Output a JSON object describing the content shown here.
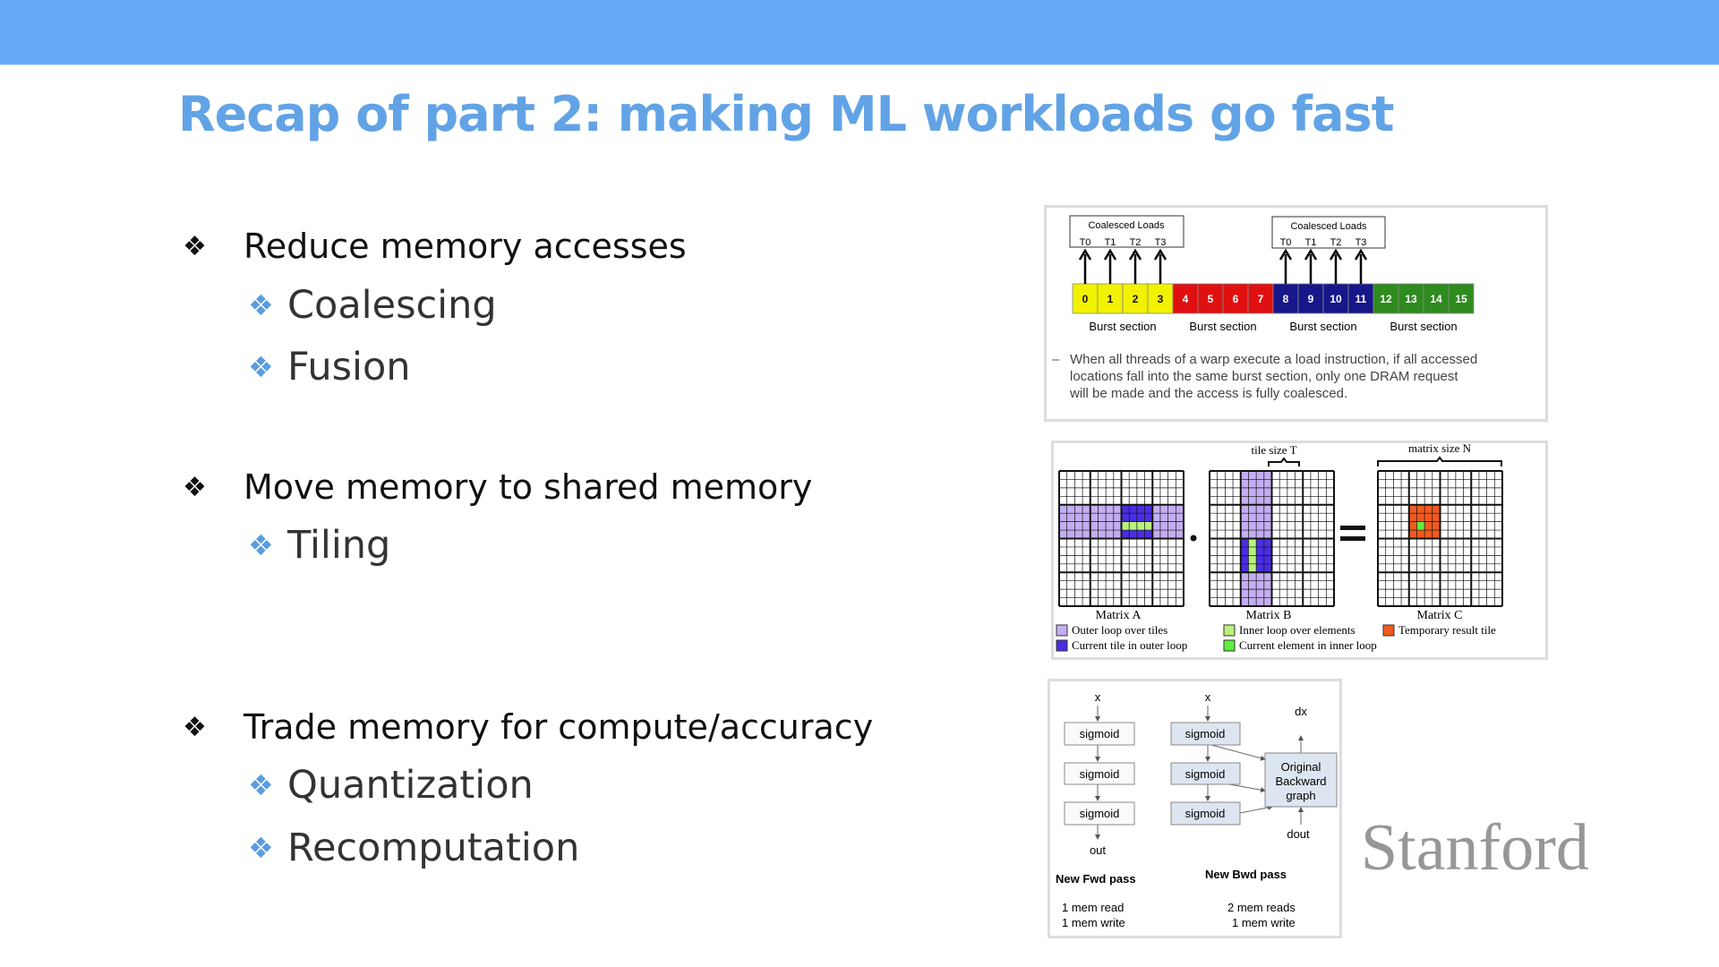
{
  "slide": {
    "title": "Recap of part 2: making ML workloads go fast",
    "accent_color": "#64aaf5",
    "title_color": "#62a3e6",
    "bullet_icon": "four-diamond-bullet",
    "sections": [
      {
        "label": "Reduce memory accesses",
        "items": [
          "Coalescing",
          "Fusion"
        ]
      },
      {
        "label": "Move memory to shared memory",
        "items": [
          "Tiling"
        ]
      },
      {
        "label": "Trade memory for compute/accuracy",
        "items": [
          "Quantization",
          "Recomputation"
        ]
      }
    ]
  },
  "coalescing_figure": {
    "box_label": "Coalesced Loads",
    "threads": [
      "T0",
      "T1",
      "T2",
      "T3"
    ],
    "cells": [
      "0",
      "1",
      "2",
      "3",
      "4",
      "5",
      "6",
      "7",
      "8",
      "9",
      "10",
      "11",
      "12",
      "13",
      "14",
      "15"
    ],
    "section_colors": [
      "#f2f200",
      "#e01010",
      "#17178a",
      "#2e8b1e"
    ],
    "section_label": "Burst section",
    "caption_dash": "–",
    "caption": [
      "When all threads of a warp execute a load instruction, if all accessed",
      "locations fall into the same burst section, only one DRAM request",
      "will be made and the access is fully coalesced."
    ]
  },
  "tiling_figure": {
    "tile_size_label": "tile size T",
    "matrix_size_label": "matrix size N",
    "matrix_labels": [
      "Matrix A",
      "Matrix B",
      "Matrix C"
    ],
    "legend": [
      {
        "label": "Outer loop over tiles",
        "color": "#c3aef2"
      },
      {
        "label": "Inner loop over elements",
        "color": "#b8f27a"
      },
      {
        "label": "Temporary result tile",
        "color": "#f05a20"
      },
      {
        "label": "Current tile in outer loop",
        "color": "#4a2ee0"
      },
      {
        "label": "Current element in inner loop",
        "color": "#5ef03a"
      }
    ]
  },
  "recompute_figure": {
    "input": "x",
    "node": "sigmoid",
    "output": "out",
    "backward_box": [
      "Original",
      "Backward",
      "graph"
    ],
    "dx": "dx",
    "dout": "dout",
    "fwd_title": "New Fwd pass",
    "bwd_title": "New Bwd pass",
    "fwd_stats": [
      "1 mem read",
      "1 mem write"
    ],
    "bwd_stats": [
      "2 mem reads",
      "1 mem write"
    ]
  },
  "watermark": "Stanford"
}
